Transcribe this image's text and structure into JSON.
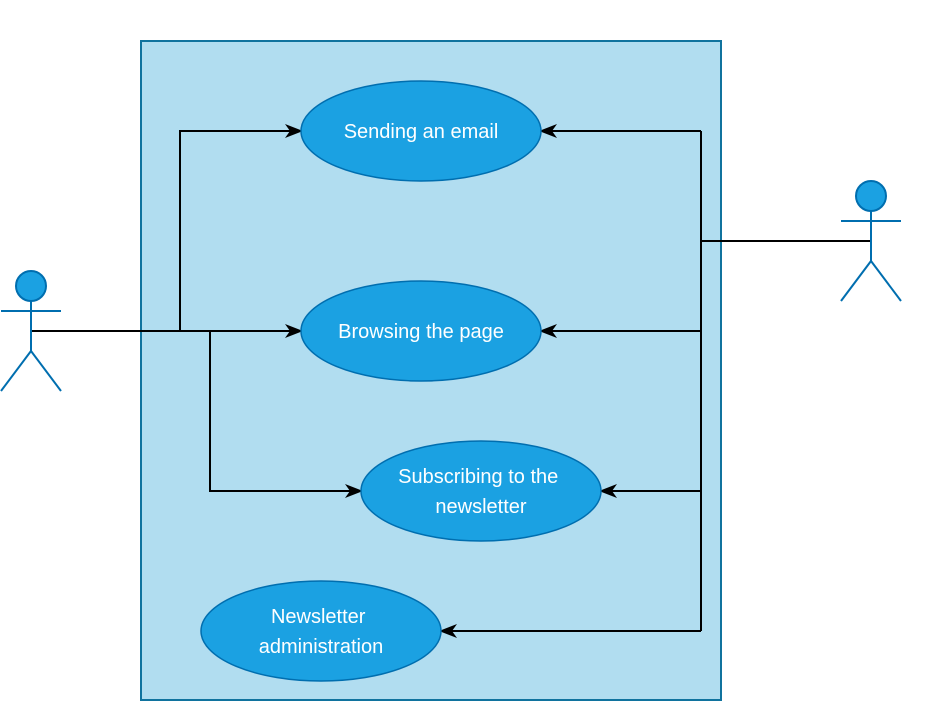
{
  "colors": {
    "system_fill": "#b1ddf0",
    "system_stroke": "#10739e",
    "usecase_fill": "#1ba1e2",
    "usecase_stroke": "#006eaf",
    "usecase_text": "#ffffff",
    "actor_fill": "#1ba1e2",
    "actor_stroke": "#006eaf",
    "connector": "#000000"
  },
  "use_cases": {
    "sending_email": {
      "lines": [
        "Sending an email"
      ]
    },
    "browsing_page": {
      "lines": [
        "Browsing the page"
      ]
    },
    "subscribing": {
      "lines": [
        "Subscribing to the",
        "newsletter"
      ]
    },
    "newsletter_admin": {
      "lines": [
        "Newsletter",
        "administration"
      ]
    }
  }
}
